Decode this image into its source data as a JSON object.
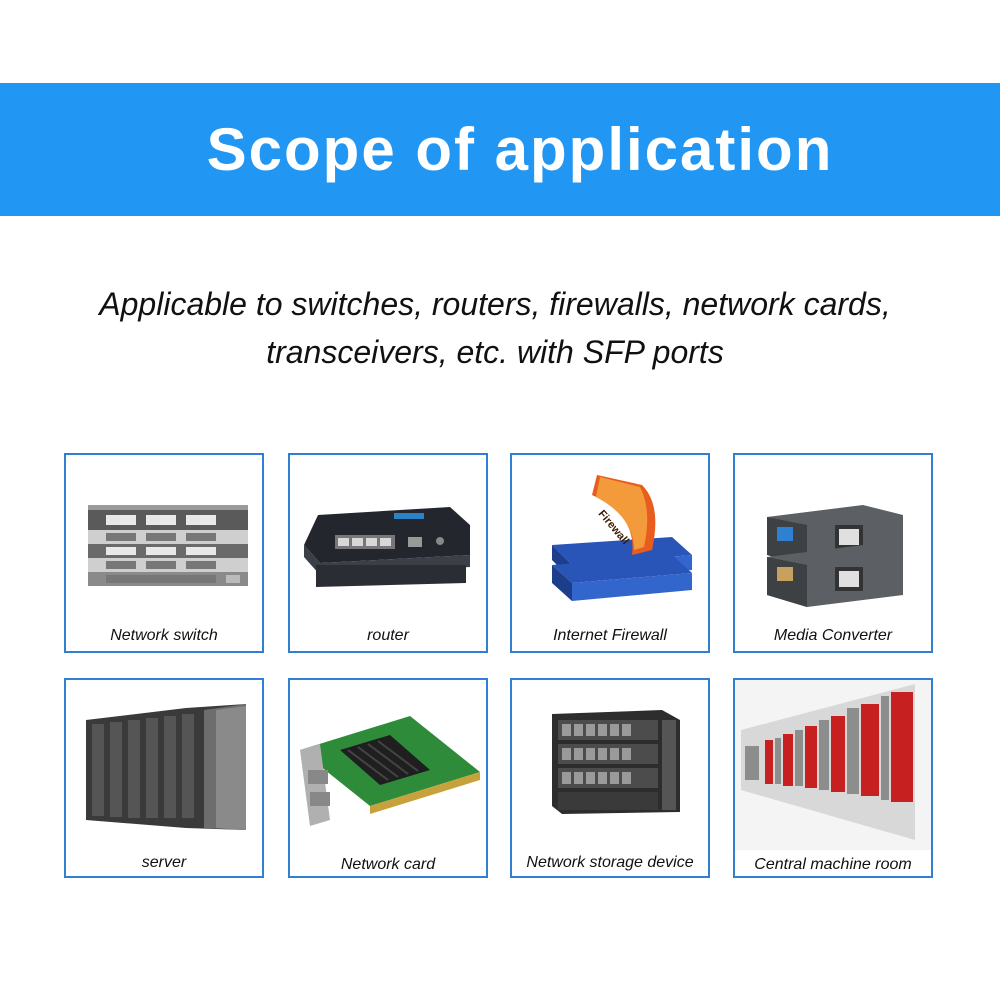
{
  "header": {
    "title": "Scope of application",
    "accent_color": "#2196f3"
  },
  "subtitle": {
    "line1": "Applicable to switches, routers, firewalls, network cards,",
    "line2": "transceivers, etc. with SFP ports"
  },
  "cards": [
    {
      "label": "Network switch",
      "icon": "network-switch-icon"
    },
    {
      "label": "router",
      "icon": "router-icon"
    },
    {
      "label": "Internet Firewall",
      "icon": "firewall-icon",
      "image_text": "Firewall"
    },
    {
      "label": "Media Converter",
      "icon": "media-converter-icon"
    },
    {
      "label": "server",
      "icon": "server-rack-icon"
    },
    {
      "label": "Network card",
      "icon": "network-card-icon"
    },
    {
      "label": "Network storage device",
      "icon": "storage-device-icon"
    },
    {
      "label": "Central machine room",
      "icon": "machine-room-icon"
    }
  ],
  "card_border_color": "#2f7fd3"
}
